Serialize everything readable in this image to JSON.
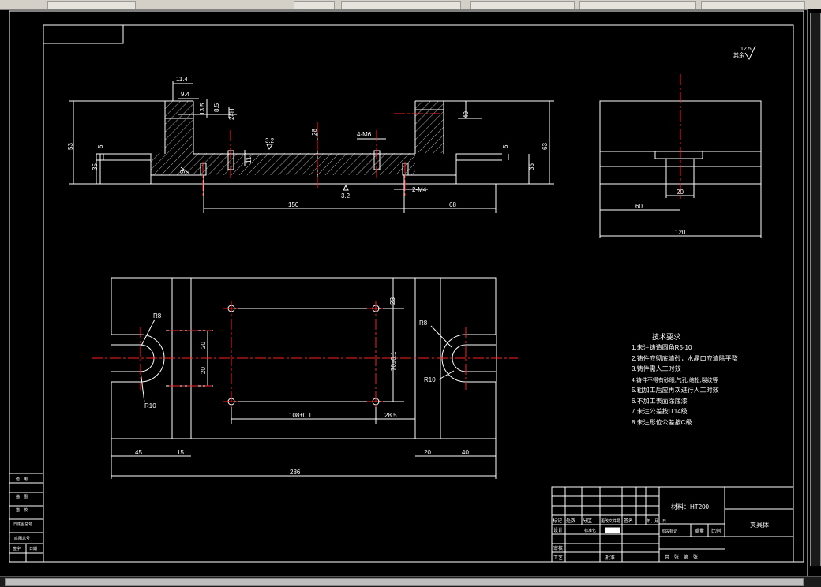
{
  "colors": {
    "background": "#000000",
    "geometry": "#ffffff",
    "centerline": "#ff2020",
    "toolbar": "#d4d0c8"
  },
  "dims": {
    "d11_4": "11.4",
    "d9_4": "9.4",
    "d8_5": "8.5",
    "d13_5": "13.5",
    "d2": "2#H",
    "d53": "53",
    "d5_left": "5",
    "d35_left": "35",
    "d28_vert": "28",
    "d9_small": "9",
    "d11_hole": "11",
    "d4_thread": "4-M6",
    "d2_thread": "2-M4",
    "d40": "40",
    "d5_right": "5",
    "d35_right": "35",
    "d63": "63",
    "d150": "150",
    "d68": "68",
    "r3_2_top": "3.2",
    "r3_2_bottom": "3.2",
    "d20_side": "20",
    "d60_side": "60",
    "d120_side": "120",
    "r8_left": "R8",
    "r10_left": "R10",
    "r8_right": "R8",
    "r10_right": "R10",
    "d20_upper": "20",
    "d20_lower": "20",
    "d23": "23",
    "d70": "70±0.1",
    "d108": "108±0.1",
    "d28_5": "28.5",
    "d45": "45",
    "d15": "15",
    "d20_bottom": "20",
    "d40_bottom": "40",
    "d286": "286",
    "roughness_value": "12.5",
    "roughness_label": "其余"
  },
  "tech": {
    "heading": "技术要求",
    "items": [
      "1.未注铸造圆角R5-10",
      "2.铸件应彻底清砂，水晶口应清除平整",
      "3.铸件需人工时效",
      "4.铸件不得有砂眼,气孔,缩松,裂纹等",
      "5.粗加工后应再次进行人工时效",
      "6.不加工表面涂底漆",
      "7.未注公差按IT14级",
      "8.未注形位公差按C级"
    ]
  },
  "title_block": {
    "material": "材料：HT200",
    "part_name": "夹具体",
    "row_labels": [
      "标记",
      "处数",
      "分区",
      "更改文件号",
      "签名",
      "年、月、日"
    ],
    "design": "设计",
    "standard": "标准化",
    "stage": "阶段标记",
    "weight": "重量",
    "scale": "比例",
    "audit": "审核",
    "process": "工艺",
    "approve": "批准",
    "sheets": "共　张　第　张"
  },
  "side_table": [
    "借　用",
    "描　图",
    "描　校",
    "旧底图总号",
    "底图总号",
    "签字",
    "日期"
  ]
}
